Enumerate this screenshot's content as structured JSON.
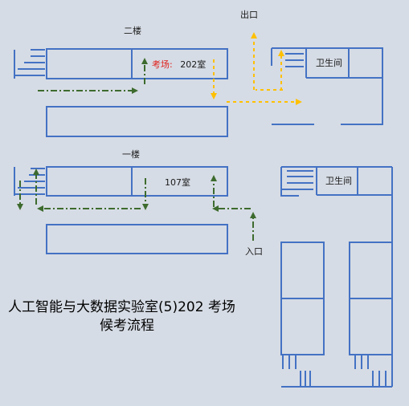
{
  "floor2": {
    "label": "二楼",
    "exam_room_label": "考场:",
    "exam_room_number": "202室",
    "restroom": "卫生间",
    "exit": "出口"
  },
  "floor1": {
    "label": "一楼",
    "room_number": "107室",
    "restroom": "卫生间",
    "entrance": "入口"
  },
  "title": {
    "line1": "人工智能与大数据实验室(5)202  考场",
    "line2": "候考流程"
  },
  "colors": {
    "background": "#d6dce5",
    "wall": "#4472c4",
    "green_path": "#3d6b2e",
    "yellow_path": "#ffc000",
    "highlight_text": "#e0201b"
  }
}
